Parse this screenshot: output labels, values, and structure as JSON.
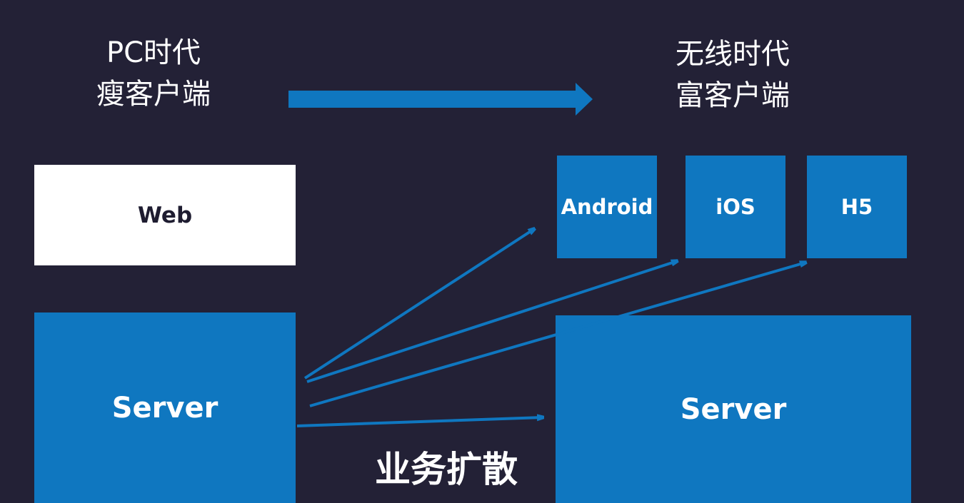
{
  "left": {
    "era": "PC时代",
    "client_type": "瘦客户端",
    "web_box": "Web",
    "server_box": "Server"
  },
  "right": {
    "era": "无线时代",
    "client_type": "富客户端",
    "clients": [
      "Android",
      "iOS",
      "H5"
    ],
    "server_box": "Server"
  },
  "caption": "业务扩散",
  "colors": {
    "background": "#232136",
    "accent_blue": "#0f77c0",
    "web_box": "#ffffff",
    "text_light": "#ffffff",
    "text_dark": "#1e1c30"
  }
}
